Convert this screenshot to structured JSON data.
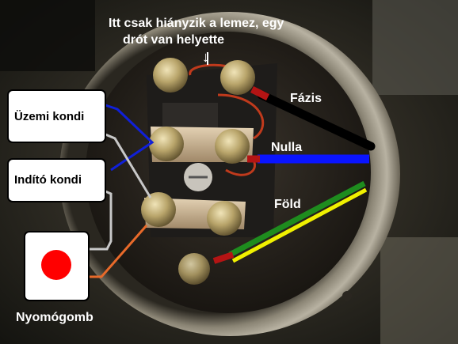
{
  "annotations": {
    "top_note_line1": "Itt csak hiányzik a lemez, egy",
    "top_note_line2": "drót van helyette",
    "arrow_glyph": "↓",
    "fazis": "Fázis",
    "nulla": "Nulla",
    "fold": "Föld",
    "uzemi_kondi": "Üzemi kondi",
    "indito_kondi": "Indító kondi",
    "nyomogomb": "Nyomógomb"
  },
  "colors": {
    "phase_wire": "#000000",
    "phase_end": "#b41414",
    "neutral_wire": "#0a14ff",
    "earth_green": "#1e8c1e",
    "earth_yellow": "#f0f000",
    "capacitor_wire": "#1020d8",
    "button_wire": "#e86a2a",
    "gray_wire": "#c8c8c8",
    "button_red": "#ff0000"
  }
}
